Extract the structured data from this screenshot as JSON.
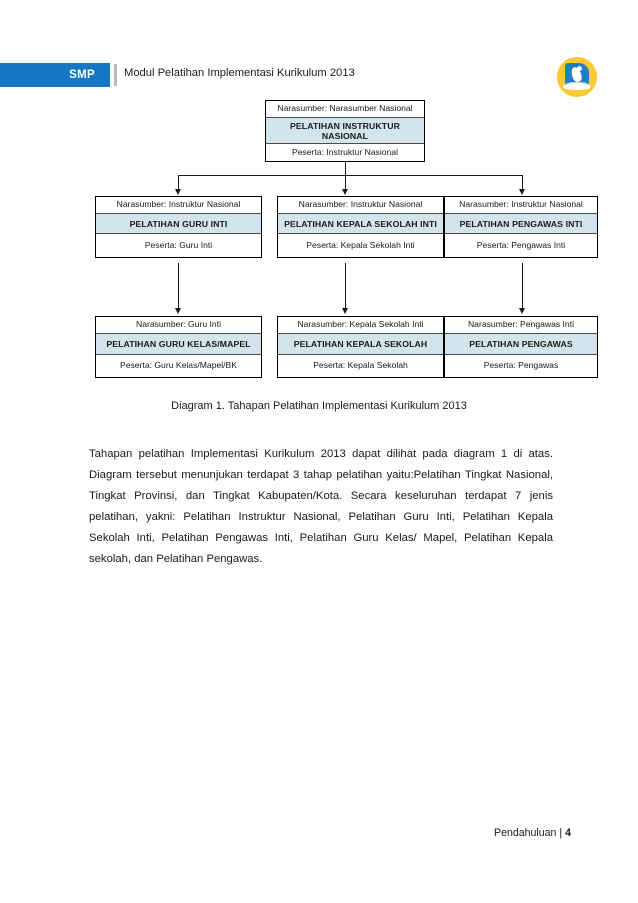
{
  "header": {
    "badge": "SMP",
    "title": "Modul Pelatihan Implementasi Kurikulum 2013",
    "logo_icon": "kurikulum-2013-logo",
    "badge_color": "#1578C4"
  },
  "diagram": {
    "fill_color": "#D3E5EC",
    "nodes": {
      "top": {
        "source": "Narasumber: Narasumber Nasional",
        "title": "PELATIHAN INSTRUKTUR NASIONAL",
        "participants": "Peserta: Instruktur Nasional"
      },
      "mid": [
        {
          "source": "Narasumber: Instruktur Nasional",
          "title": "PELATIHAN GURU INTI",
          "participants": "Peserta: Guru Inti"
        },
        {
          "source": "Narasumber: Instruktur Nasional",
          "title": "PELATIHAN KEPALA SEKOLAH INTI",
          "participants": "Peserta: Kepala Sekolah Inti"
        },
        {
          "source": "Narasumber: Instruktur Nasional",
          "title": "PELATIHAN PENGAWAS INTI",
          "participants": "Peserta: Pengawas Inti"
        }
      ],
      "bottom": [
        {
          "source": "Narasumber: Guru Inti",
          "title": "PELATIHAN GURU KELAS/MAPEL",
          "participants": "Peserta: Guru Kelas/Mapel/BK"
        },
        {
          "source": "Narasumber: Kepala Sekolah Inti",
          "title": "PELATIHAN KEPALA SEKOLAH",
          "participants": "Peserta: Kepala Sekolah"
        },
        {
          "source": "Narasumber: Pengawas Inti",
          "title": "PELATIHAN PENGAWAS",
          "participants": "Peserta: Pengawas"
        }
      ]
    },
    "caption": "Diagram 1. Tahapan Pelatihan Implementasi Kurikulum 2013"
  },
  "body": {
    "paragraph": "Tahapan pelatihan Implementasi Kurikulum 2013 dapat dilihat pada diagram 1 di atas.  Diagram tersebut menunjukan terdapat 3 tahap pelatihan yaitu:Pelatihan Tingkat Nasional, Tingkat Provinsi, dan Tingkat Kabupaten/Kota.   Secara keseluruhan terdapat 7 jenis pelatihan, yakni: Pelatihan Instruktur Nasional, Pelatihan Guru Inti, Pelatihan Kepala Sekolah Inti, Pelatihan Pengawas Inti, Pelatihan Guru Kelas/ Mapel, Pelatihan Kepala sekolah, dan Pelatihan Pengawas."
  },
  "footer": {
    "section": "Pendahuluan | ",
    "page": "4"
  }
}
